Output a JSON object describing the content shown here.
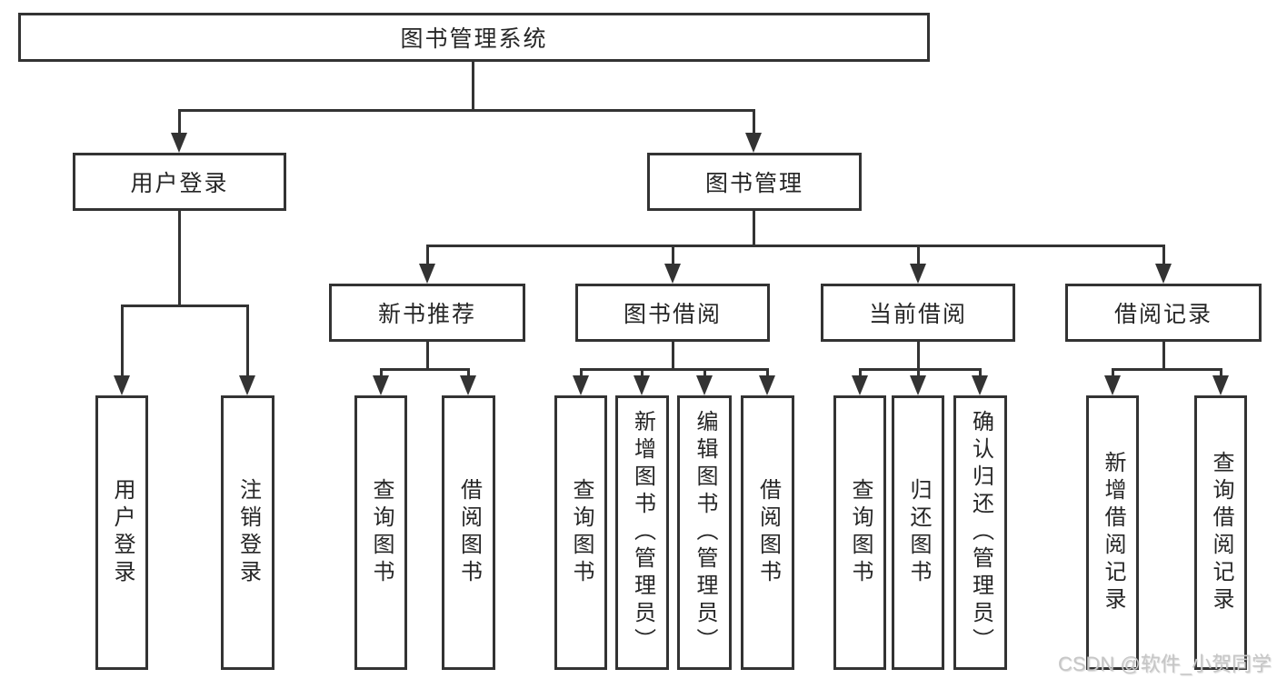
{
  "tree": {
    "root": {
      "label": "图书管理系统",
      "children": [
        {
          "label": "用户登录",
          "children": [
            {
              "label": "用户登录"
            },
            {
              "label": "注销登录"
            }
          ]
        },
        {
          "label": "图书管理",
          "children": [
            {
              "label": "新书推荐",
              "children": [
                {
                  "label": "查询图书"
                },
                {
                  "label": "借阅图书"
                }
              ]
            },
            {
              "label": "图书借阅",
              "children": [
                {
                  "label": "查询图书"
                },
                {
                  "label": "新增图书（管理员）"
                },
                {
                  "label": "编辑图书（管理员）"
                },
                {
                  "label": "借阅图书"
                }
              ]
            },
            {
              "label": "当前借阅",
              "children": [
                {
                  "label": "查询图书"
                },
                {
                  "label": "归还图书"
                },
                {
                  "label": "确认归还（管理员）"
                }
              ]
            },
            {
              "label": "借阅记录",
              "children": [
                {
                  "label": "新增借阅记录"
                },
                {
                  "label": "查询借阅记录"
                }
              ]
            }
          ]
        }
      ]
    }
  },
  "watermark": {
    "text": "CSDN @软件_小贺同学"
  },
  "colors": {
    "line": "#333333",
    "box_border": "#333333",
    "box_background": "#ffffff",
    "text": "#262626",
    "watermark": "#c6c6c6",
    "page_background": "#ffffff"
  }
}
